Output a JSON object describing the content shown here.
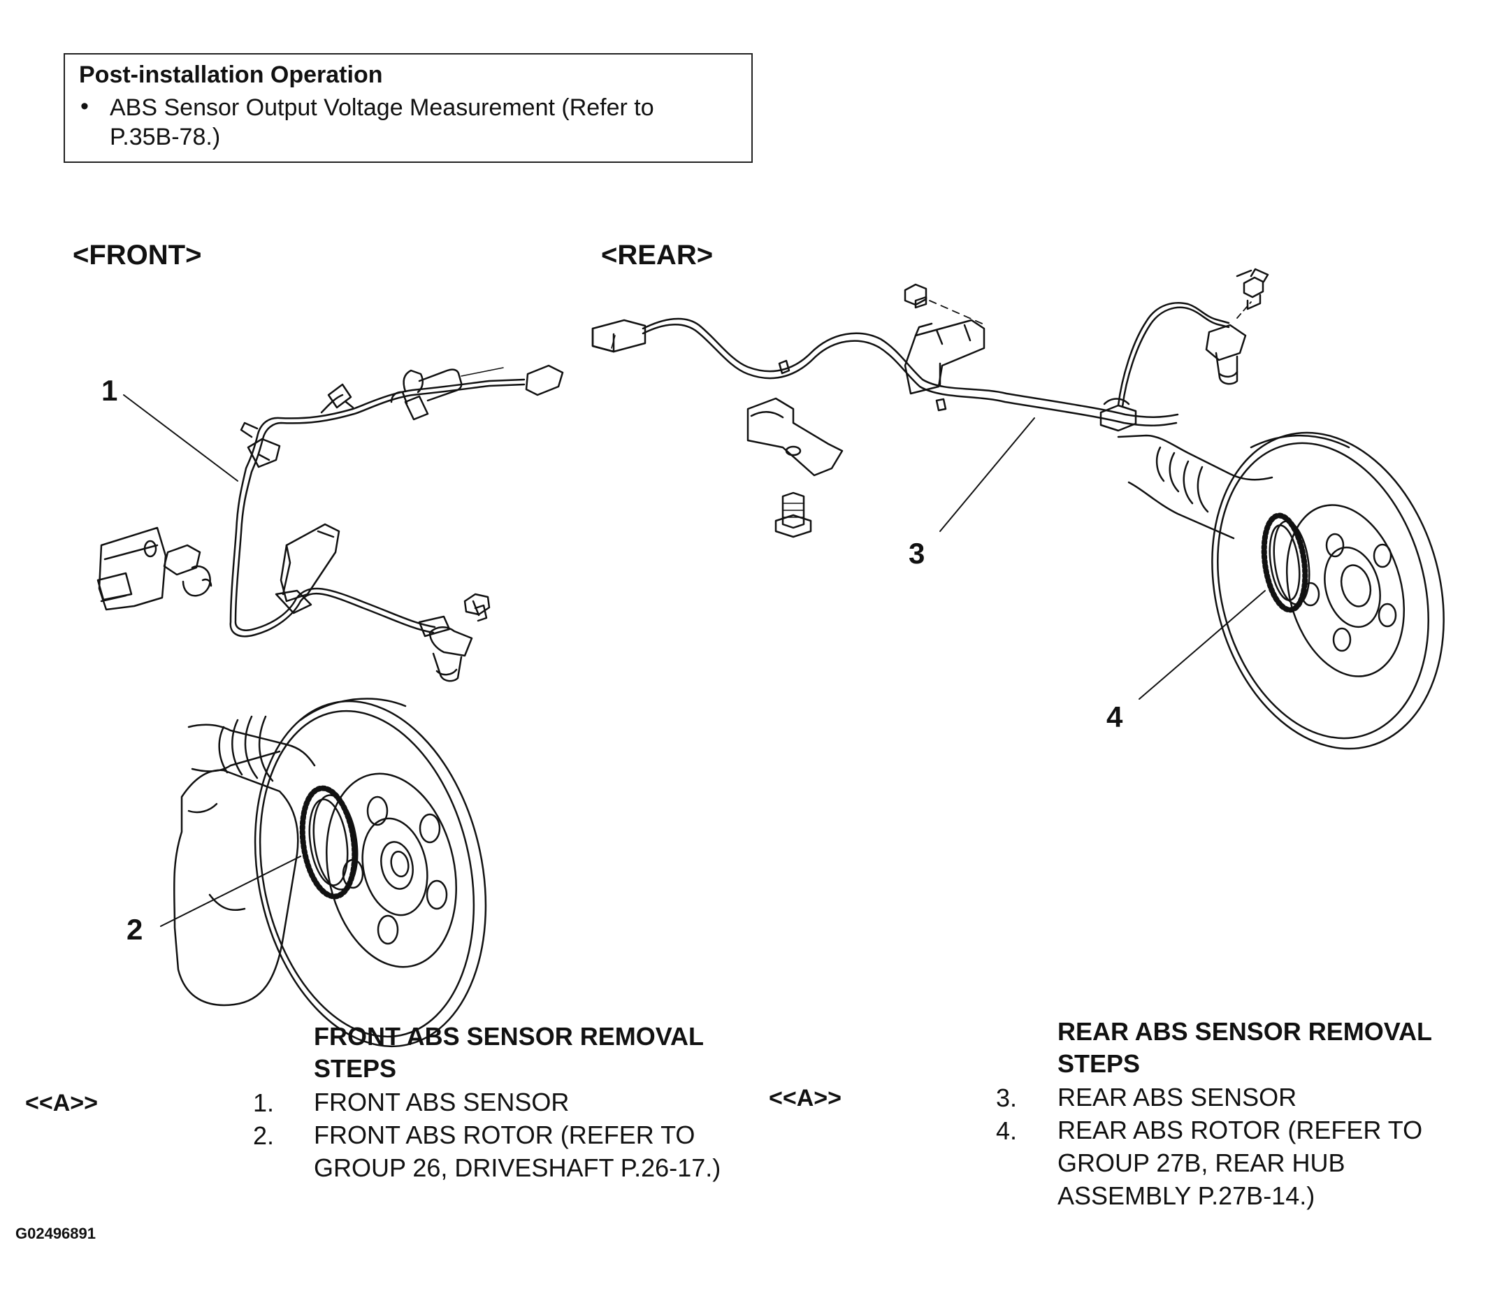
{
  "post_install": {
    "title": "Post-installation Operation",
    "bullet": "•",
    "item": "ABS Sensor Output Voltage Measurement (Refer to P.35B-78.)"
  },
  "labels": {
    "front": "<FRONT>",
    "rear": "<REAR>"
  },
  "callouts": [
    "1",
    "2",
    "3",
    "4"
  ],
  "front_steps": {
    "title": "FRONT ABS SENSOR REMOVAL STEPS",
    "code": "<<A>>",
    "items": [
      {
        "num": "1.",
        "text": "FRONT ABS SENSOR"
      },
      {
        "num": "2.",
        "text": "FRONT ABS ROTOR (REFER TO GROUP 26, DRIVESHAFT P.26-17.)"
      }
    ]
  },
  "rear_steps": {
    "title": "REAR ABS SENSOR REMOVAL STEPS",
    "code": "<<A>>",
    "items": [
      {
        "num": "3.",
        "text": "REAR ABS SENSOR"
      },
      {
        "num": "4.",
        "text": "REAR ABS ROTOR (REFER TO GROUP 27B, REAR HUB ASSEMBLY P.27B-14.)"
      }
    ]
  },
  "figure_id": "G02496891"
}
